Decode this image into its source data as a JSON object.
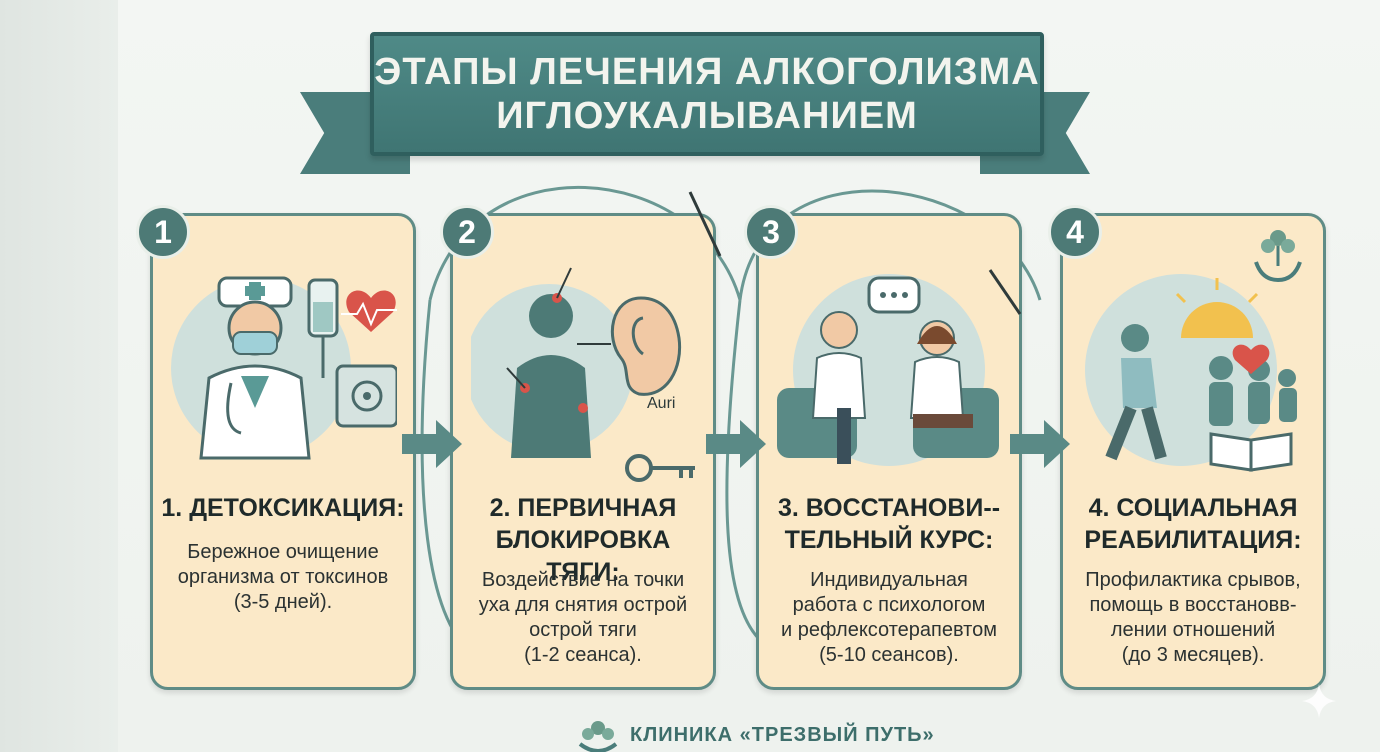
{
  "title": {
    "line1": "ЭТАПЫ ЛЕЧЕНИЯ АЛКОГОЛИЗМА",
    "line2": "ИГЛОУКАЛЫВАНИЕМ"
  },
  "steps": [
    {
      "number": "1",
      "heading_lines": [
        "1. ДЕТОКСИКАЦИЯ:"
      ],
      "desc_lines": [
        "Бережное очищение",
        "организма от токсинов",
        "(3-5 дней)."
      ],
      "icons": [
        "doctor-icon",
        "iv-drip-icon",
        "heart-pulse-icon",
        "safe-icon"
      ]
    },
    {
      "number": "2",
      "heading_lines": [
        "2. ПЕРВИЧНАЯ",
        "БЛОКИРОВКА ТЯГИ:"
      ],
      "desc_lines": [
        "Воздействие на точки",
        "уха для снятия острой",
        "острой тяги",
        "(1-2 сеанса)."
      ],
      "ear_label": "Auri",
      "icons": [
        "body-acupuncture-icon",
        "ear-icon",
        "key-icon",
        "needle-icon"
      ]
    },
    {
      "number": "3",
      "heading_lines": [
        "3. ВОССТАНОВИ--",
        "ТЕЛЬНЫЙ КУРС:"
      ],
      "desc_lines": [
        "Индивидуальная",
        "работа с психологом",
        "и рефлексотерапевтом",
        "(5-10 сеансов)."
      ],
      "icons": [
        "consultation-icon",
        "speech-bubble-icon"
      ]
    },
    {
      "number": "4",
      "heading_lines": [
        "4. СОЦИАЛЬНАЯ",
        "РЕАБИЛИТАЦИЯ:"
      ],
      "desc_lines": [
        "Профилактика срывов,",
        "помощь в восстановв-",
        "лении отношений",
        "(до 3 месяцев)."
      ],
      "icons": [
        "walking-man-icon",
        "family-icon",
        "sun-icon",
        "book-icon",
        "heart-icon",
        "tree-hands-icon"
      ]
    }
  ],
  "footer": {
    "clinic": "КЛИНИКА «ТРЕЗВЫЙ ПУТЬ»"
  },
  "colors": {
    "teal": "#4a7d7b",
    "teal_dark": "#2f5f5e",
    "card_fill": "#fbe9c8",
    "card_border": "#5f8c86",
    "accent_red": "#d9544a",
    "accent_sun": "#f2c14e"
  }
}
